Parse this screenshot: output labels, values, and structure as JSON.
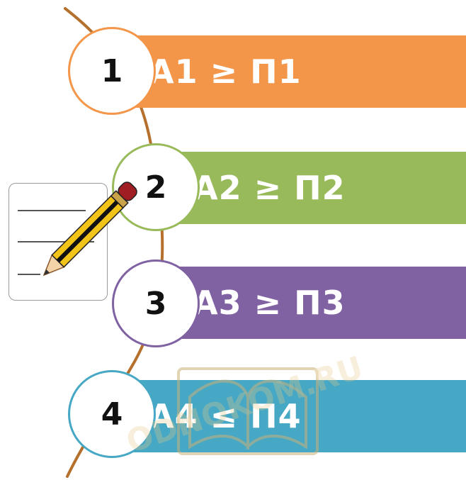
{
  "colors": {
    "connector": "#b5702d",
    "pencil_body": "#f2c318",
    "pencil_stripe": "#111111",
    "eraser": "#a01d23",
    "watermark": "#e9c98a"
  },
  "steps": [
    {
      "number": "1",
      "label": "А1 ≥ П1",
      "color": "#f39649"
    },
    {
      "number": "2",
      "label": "А2 ≥ П2",
      "color": "#98ba5a"
    },
    {
      "number": "3",
      "label": "А3 ≥ П3",
      "color": "#8062a3"
    },
    {
      "number": "4",
      "label": "А4 ≤ П4",
      "color": "#46a8c5"
    }
  ],
  "icons": {
    "notepad": "notepad-icon",
    "pencil": "pencil-icon",
    "watermark": "book-watermark-icon"
  },
  "watermark_text": "ODNOKOM.RU"
}
